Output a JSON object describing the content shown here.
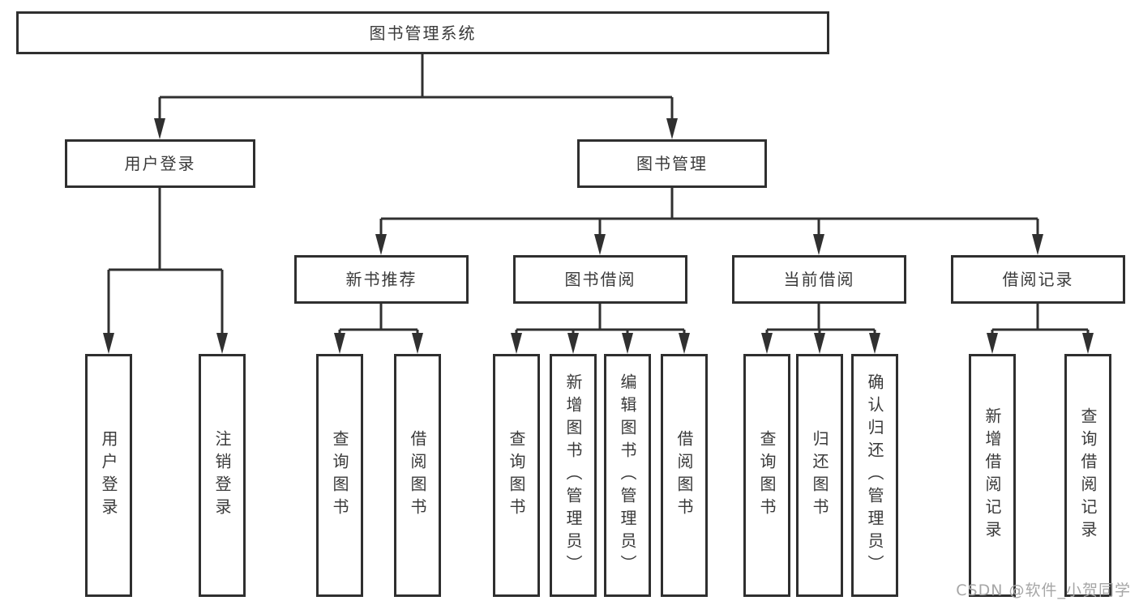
{
  "colors": {
    "line": "#303030",
    "box_border": "#2f2f2f",
    "text": "#3a3a3a",
    "watermark": "#a6a6a6",
    "background": "#ffffff"
  },
  "watermark": {
    "text": "CSDN @软件_小贺同学"
  },
  "diagram": {
    "type": "hierarchy-tree",
    "root": {
      "label": "图书管理系统"
    },
    "branches": [
      {
        "label": "用户登录",
        "children": [
          {
            "label": "用户登录"
          },
          {
            "label": "注销登录"
          }
        ]
      },
      {
        "label": "图书管理",
        "children": [
          {
            "label": "新书推荐",
            "children": [
              {
                "label": "查询图书"
              },
              {
                "label": "借阅图书"
              }
            ]
          },
          {
            "label": "图书借阅",
            "children": [
              {
                "label": "查询图书"
              },
              {
                "label": "新增图书（管理员）"
              },
              {
                "label": "编辑图书（管理员）"
              },
              {
                "label": "借阅图书"
              }
            ]
          },
          {
            "label": "当前借阅",
            "children": [
              {
                "label": "查询图书"
              },
              {
                "label": "归还图书"
              },
              {
                "label": "确认归还（管理员）"
              }
            ]
          },
          {
            "label": "借阅记录",
            "children": [
              {
                "label": "新增借阅记录"
              },
              {
                "label": "查询借阅记录"
              }
            ]
          }
        ]
      }
    ]
  }
}
